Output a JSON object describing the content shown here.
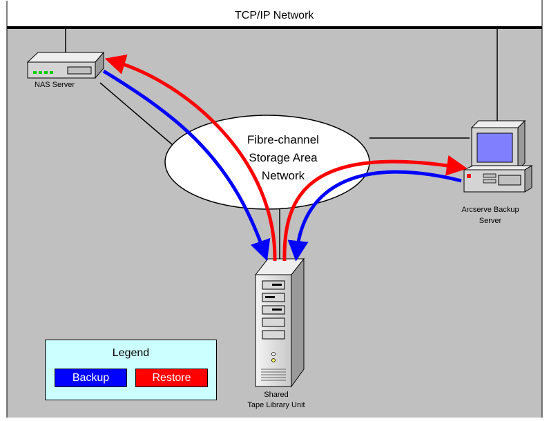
{
  "network": {
    "title": "TCP/IP Network"
  },
  "nodes": {
    "nas": {
      "label": "NAS Server"
    },
    "san": {
      "lines": [
        "Fibre-channel",
        "Storage Area",
        "Network"
      ]
    },
    "backup_server": {
      "lines": [
        "Arcserve Backup",
        "Server"
      ]
    },
    "tape_library": {
      "lines": [
        "Shared",
        "Tape Library Unit"
      ]
    }
  },
  "legend": {
    "title": "Legend",
    "items": [
      {
        "label": "Backup",
        "color": "#0000ff"
      },
      {
        "label": "Restore",
        "color": "#ff0000"
      }
    ]
  },
  "colors": {
    "background": "#c0c0c0",
    "legend_bg": "#ccffff",
    "backup": "#0000ff",
    "restore": "#ff0000",
    "san_fill": "#ffffff"
  }
}
